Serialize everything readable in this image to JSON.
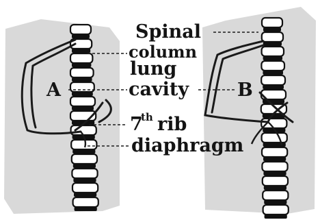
{
  "figure": {
    "panel_a_label": "A",
    "panel_b_label": "B",
    "labels": {
      "spinal": "Spinal",
      "column": "column",
      "lung": "lung",
      "cavity": "cavity",
      "seventh_rib_num": "7",
      "seventh_rib_sup": "th",
      "seventh_rib_word": "rib",
      "diaphragm": "diaphragm"
    },
    "colors": {
      "ink": "#141414",
      "paper_shade": "#d9d9d9",
      "background": "#ffffff"
    }
  }
}
